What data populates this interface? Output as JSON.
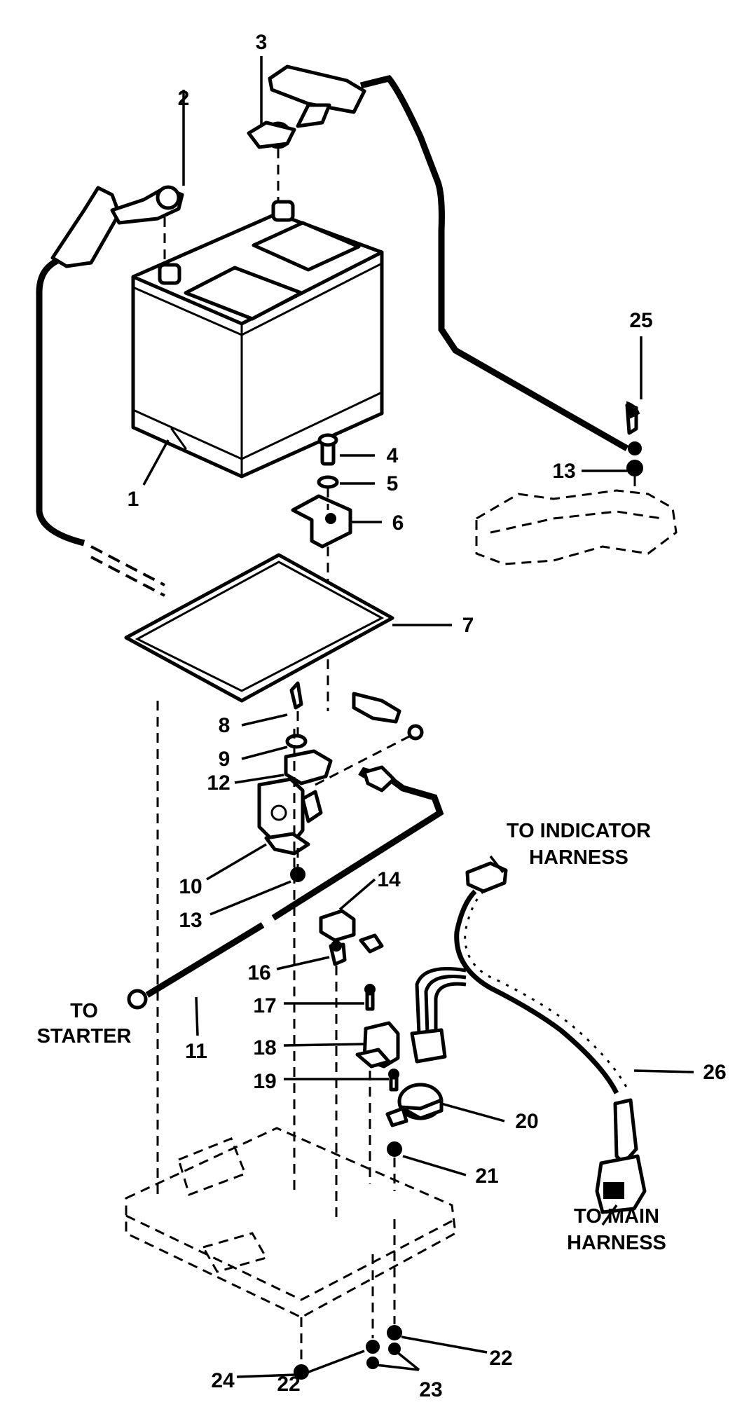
{
  "callouts": {
    "c1": "1",
    "c2": "2",
    "c3": "3",
    "c4": "4",
    "c5": "5",
    "c6": "6",
    "c7": "7",
    "c8": "8",
    "c9": "9",
    "c10": "10",
    "c11": "11",
    "c12": "12",
    "c13_top": "13",
    "c13_bottom": "13",
    "c14": "14",
    "c16": "16",
    "c17": "17",
    "c18": "18",
    "c19": "19",
    "c20": "20",
    "c21": "21",
    "c22_left": "22",
    "c22_right": "22",
    "c23": "23",
    "c24": "24",
    "c25": "25",
    "c26": "26"
  },
  "notes": {
    "to_starter_line1": "TO",
    "to_starter_line2": "STARTER",
    "to_indicator_line1": "TO INDICATOR",
    "to_indicator_line2": "HARNESS",
    "to_main_line1": "TO MAIN",
    "to_main_line2": "HARNESS"
  }
}
